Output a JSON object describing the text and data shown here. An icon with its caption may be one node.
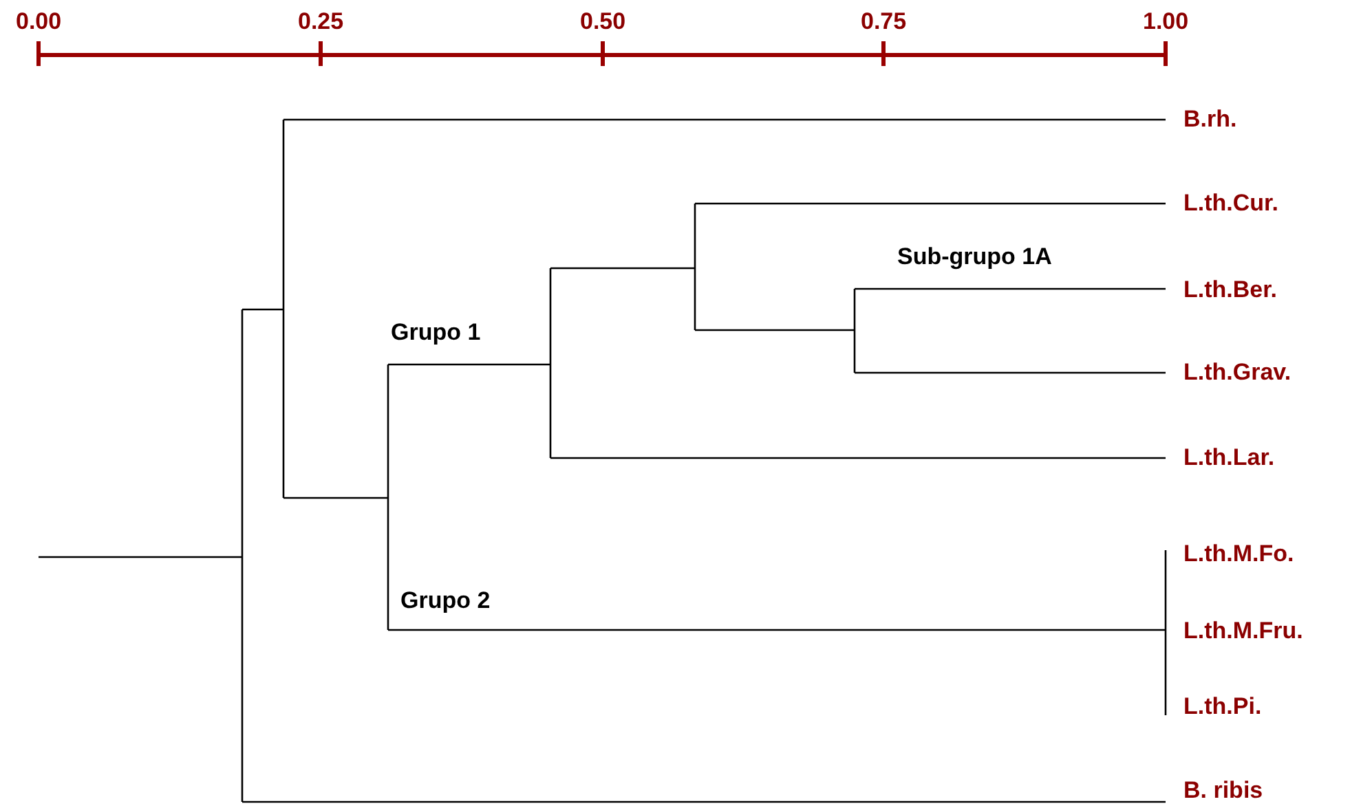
{
  "diagram": {
    "labels": [
      "0.00",
      "0.25",
      "0.50",
      "0.75",
      "1.00",
      "B.rh.",
      "L.th.Cur.",
      "Sub-grupo 1A",
      "L.th.Ber.",
      "Grupo 1",
      "L.th.Grav.",
      "L.th.Lar.",
      "L.th.M.Fo.",
      "Grupo 2",
      "L.th.M.Fru.",
      "L.th.Pi.",
      "B. ribis"
    ]
  }
}
